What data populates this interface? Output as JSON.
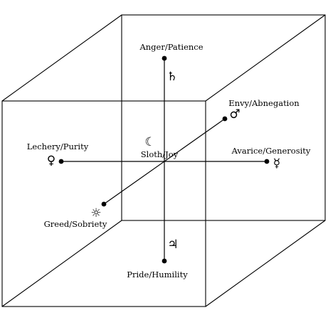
{
  "diagram": {
    "labels": {
      "top": "Anger/Patience",
      "bottom": "Pride/Humility",
      "left": "Lechery/Purity",
      "right": "Avarice/Generosity",
      "front_bottom": "Greed/Sobriety",
      "back_top": "Envy/Abnegation",
      "center": "Sloth/Joy"
    },
    "symbols": {
      "top": "♄",
      "bottom": "♃",
      "left": "♀",
      "right": "☿",
      "front_bottom": "☼",
      "back_top": "♂",
      "center": "☾"
    }
  }
}
